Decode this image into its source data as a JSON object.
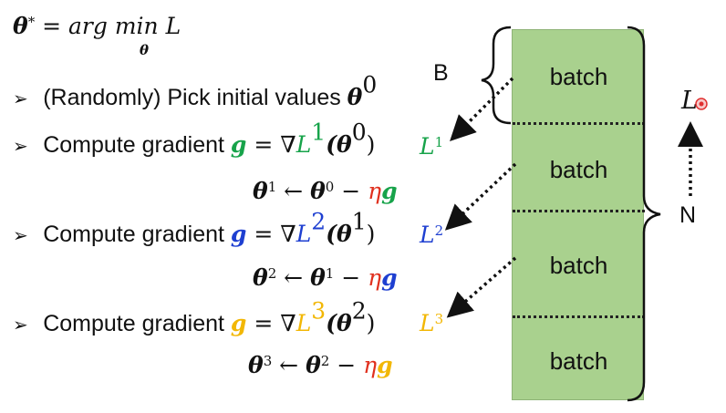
{
  "formula": {
    "theta": "θ",
    "star": "*",
    "eq": " = ",
    "argmin": "arg min",
    "sub": "θ",
    "L": "L"
  },
  "steps": [
    {
      "bullet": "➢",
      "text": "(Randomly) Pick initial values ",
      "sym": "θ",
      "sup": "0"
    },
    {
      "bullet": "➢",
      "text": "Compute gradient ",
      "g": "g",
      "eq": " = ∇",
      "L": "L",
      "sup": "1",
      "arg": "(θ",
      "argsup": "0",
      "close": ")",
      "update": {
        "lhs": "θ",
        "lsup": "1",
        "arrow": " ← ",
        "rhs": "θ",
        "rsup": "0",
        "minus": " − ",
        "eta": "η",
        "g": "g"
      },
      "batch_loss": {
        "L": "L",
        "sup": "1"
      },
      "color": "#17a34a"
    },
    {
      "bullet": "➢",
      "text": "Compute gradient ",
      "g": "g",
      "eq": " = ∇",
      "L": "L",
      "sup": "2",
      "arg": "(θ",
      "argsup": "1",
      "close": ")",
      "update": {
        "lhs": "θ",
        "lsup": "2",
        "arrow": " ← ",
        "rhs": "θ",
        "rsup": "1",
        "minus": " − ",
        "eta": "η",
        "g": "g"
      },
      "batch_loss": {
        "L": "L",
        "sup": "2"
      },
      "color": "#1e3fd1"
    },
    {
      "bullet": "➢",
      "text": "Compute gradient ",
      "g": "g",
      "eq": " = ∇",
      "L": "L",
      "sup": "3",
      "arg": "(θ",
      "argsup": "2",
      "close": ")",
      "update": {
        "lhs": "θ",
        "lsup": "3",
        "arrow": " ← ",
        "rhs": "θ",
        "rsup": "2",
        "minus": " − ",
        "eta": "η",
        "g": "g"
      },
      "batch_loss": {
        "L": "L",
        "sup": "3"
      },
      "color": "#f2b705"
    }
  ],
  "colors": {
    "eta": "#e0301e",
    "column": "#a9d18e"
  },
  "batches": [
    "batch",
    "batch",
    "batch",
    "batch"
  ],
  "labels": {
    "B": "B",
    "N": "N",
    "L": "L"
  }
}
